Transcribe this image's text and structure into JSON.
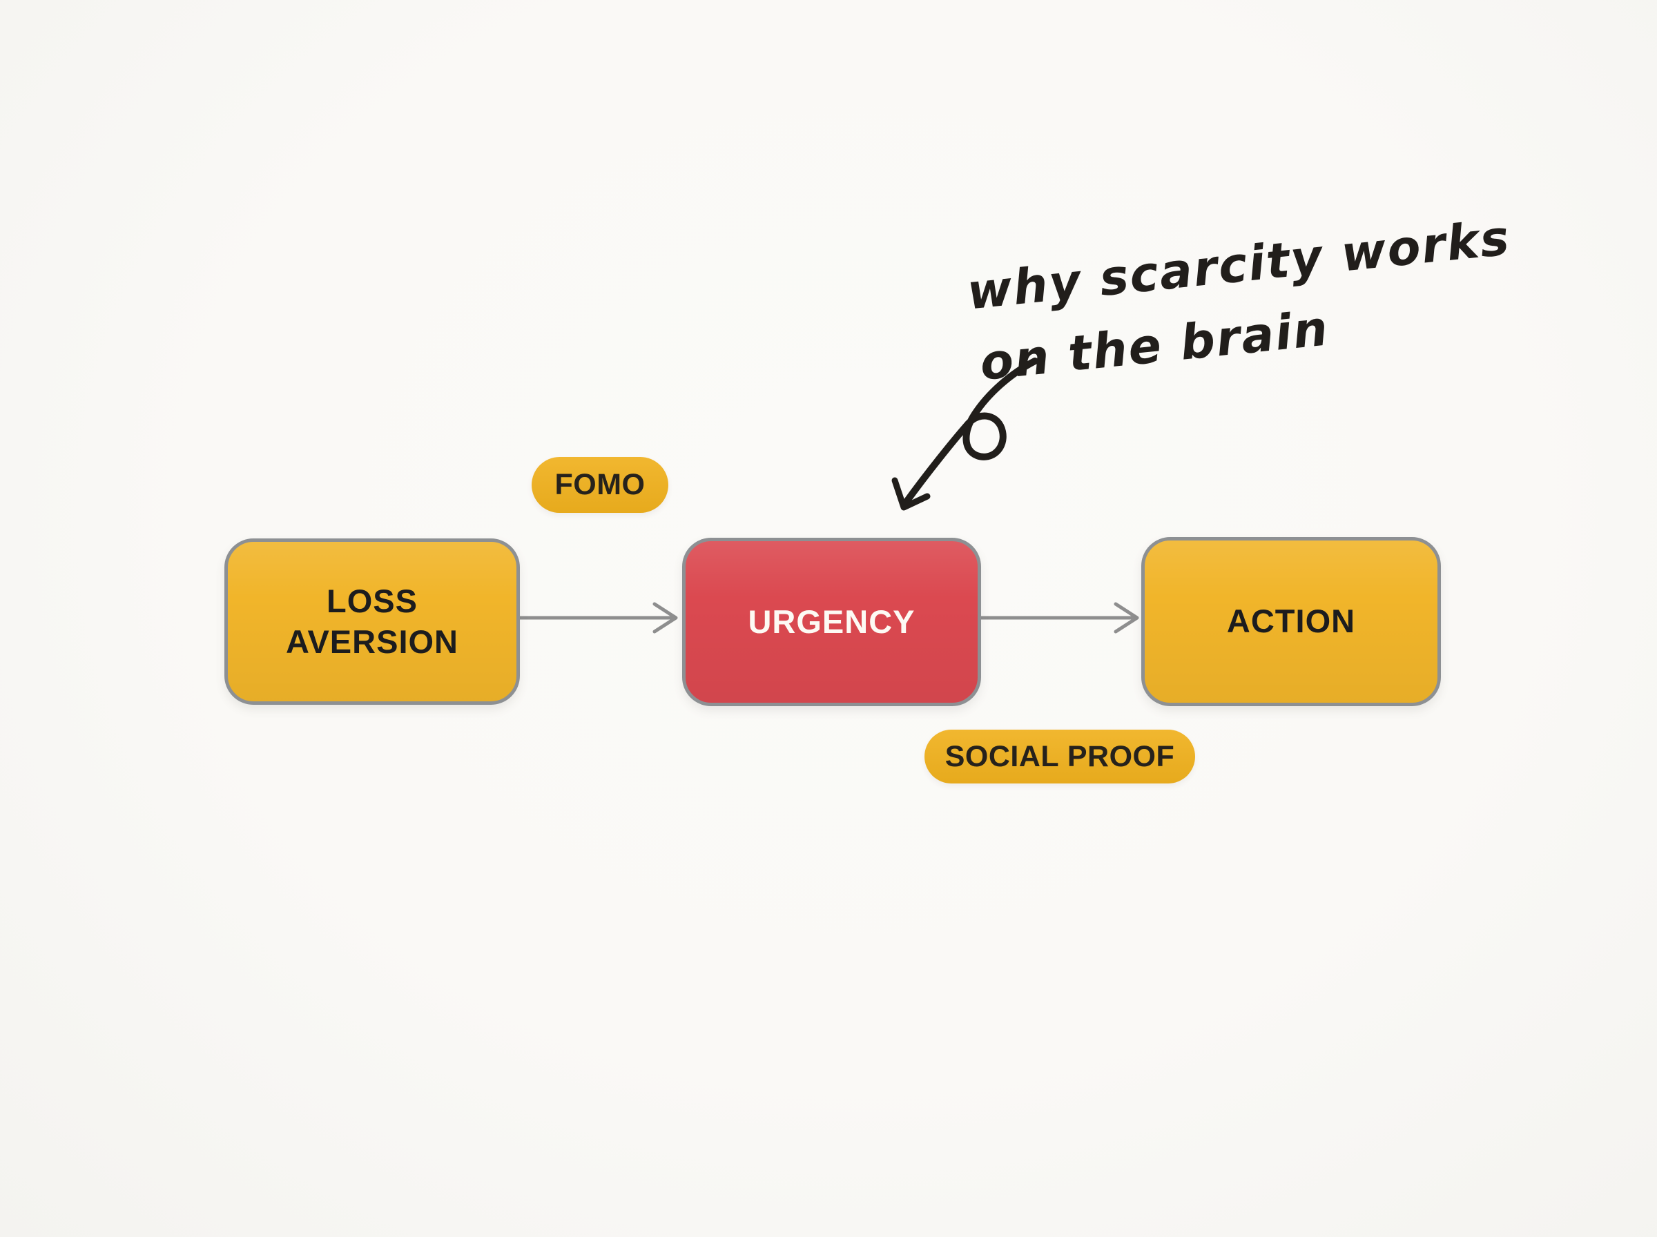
{
  "canvas": {
    "background": "#faf9f6"
  },
  "annotation": {
    "line1": "why scarcity works",
    "line2": "on the brain",
    "ink_color": "#211e1b"
  },
  "nodes": {
    "loss_aversion": {
      "label": "LOSS\nAVERSION",
      "fill": "#f1b52a",
      "text_color": "#1c1c1e",
      "border_color": "#8d9093"
    },
    "urgency": {
      "label": "URGENCY",
      "fill": "#db4950",
      "text_color": "#fdfaf4",
      "border_color": "#8d9093"
    },
    "action": {
      "label": "ACTION",
      "fill": "#f1b52a",
      "text_color": "#1c1c1e",
      "border_color": "#8d9093"
    }
  },
  "badges": {
    "fomo": {
      "label": "FOMO",
      "fill": "#f0b11e",
      "text_color": "#26221c"
    },
    "social_proof": {
      "label": "SOCIAL PROOF",
      "fill": "#f0b11e",
      "text_color": "#26221c"
    }
  },
  "connectors": {
    "color": "#8e8e8e"
  }
}
